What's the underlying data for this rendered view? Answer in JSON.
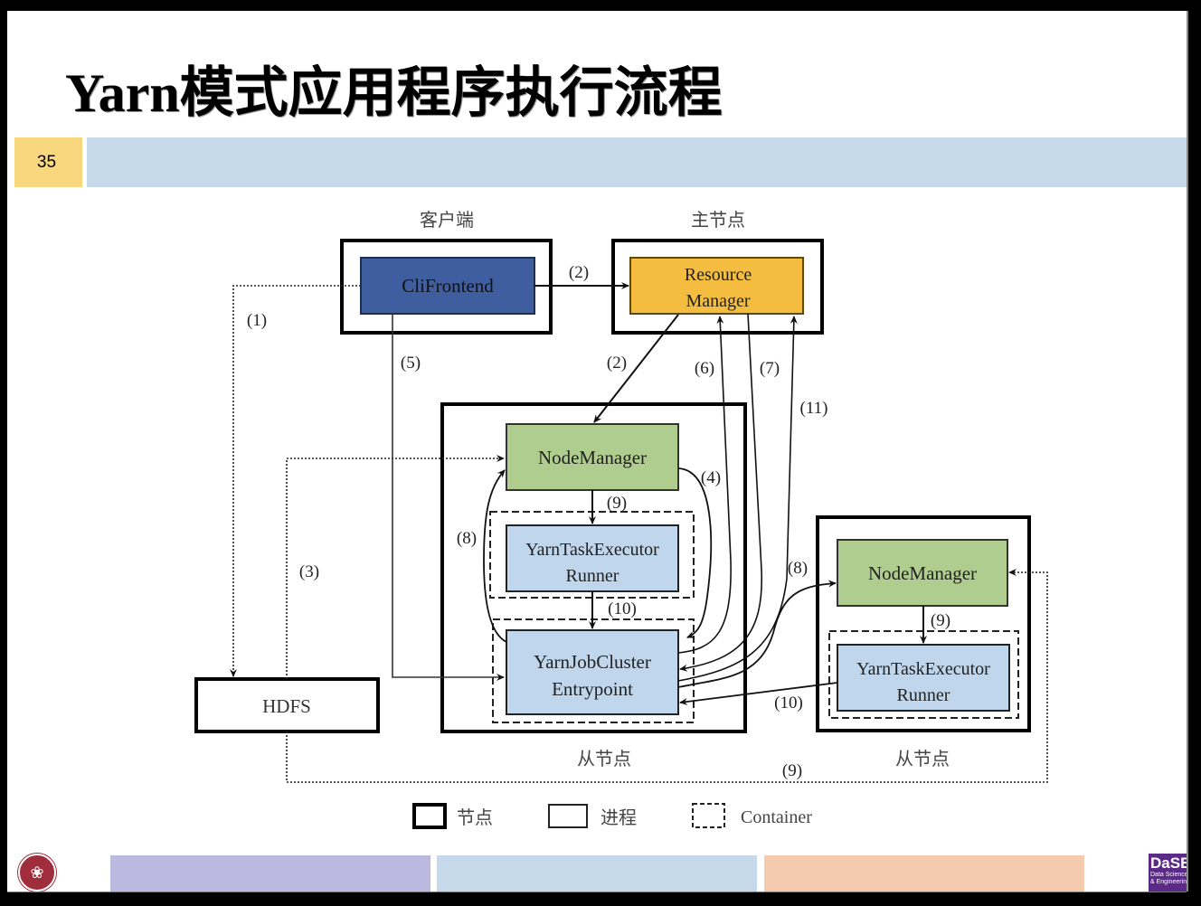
{
  "slide": {
    "title": "Yarn模式应用程序执行流程",
    "page_number": "35"
  },
  "diagram": {
    "group_labels": {
      "client": "客户端",
      "master": "主节点",
      "worker1": "从节点",
      "worker2": "从节点"
    },
    "components": {
      "clifrontend": "CliFrontend",
      "resource_manager_line1": "Resource",
      "resource_manager_line2": "Manager",
      "nodemanager1": "NodeManager",
      "taskexecutor1_line1": "YarnTaskExecutor",
      "taskexecutor1_line2": "Runner",
      "jobcluster_line1": "YarnJobCluster",
      "jobcluster_line2": "Entrypoint",
      "nodemanager2": "NodeManager",
      "taskexecutor2_line1": "YarnTaskExecutor",
      "taskexecutor2_line2": "Runner",
      "hdfs": "HDFS"
    },
    "step_labels": {
      "s1": "(1)",
      "s2_top": "(2)",
      "s2_diag": "(2)",
      "s3": "(3)",
      "s4": "(4)",
      "s5": "(5)",
      "s6": "(6)",
      "s7": "(7)",
      "s8_left": "(8)",
      "s8_right": "(8)",
      "s9_nm1": "(9)",
      "s9_nm2": "(9)",
      "s9_bottom": "(9)",
      "s10_mid": "(10)",
      "s10_right": "(10)",
      "s11": "(11)"
    },
    "legend": [
      {
        "label": "节点",
        "style": "thick-border"
      },
      {
        "label": "进程",
        "style": "thin-border"
      },
      {
        "label": "Container",
        "style": "dashed-border"
      }
    ],
    "colors": {
      "clifrontend": "#3e5ea0",
      "resource_manager": "#f4bd3f",
      "nodemanager": "#aecd8e",
      "process_blue": "#c0d6ec"
    }
  },
  "footer": {
    "logo_right_big": "DaSE",
    "logo_right_small1": "Data Science",
    "logo_right_small2": "& Engineering",
    "logo_left_glyph": "❀"
  }
}
